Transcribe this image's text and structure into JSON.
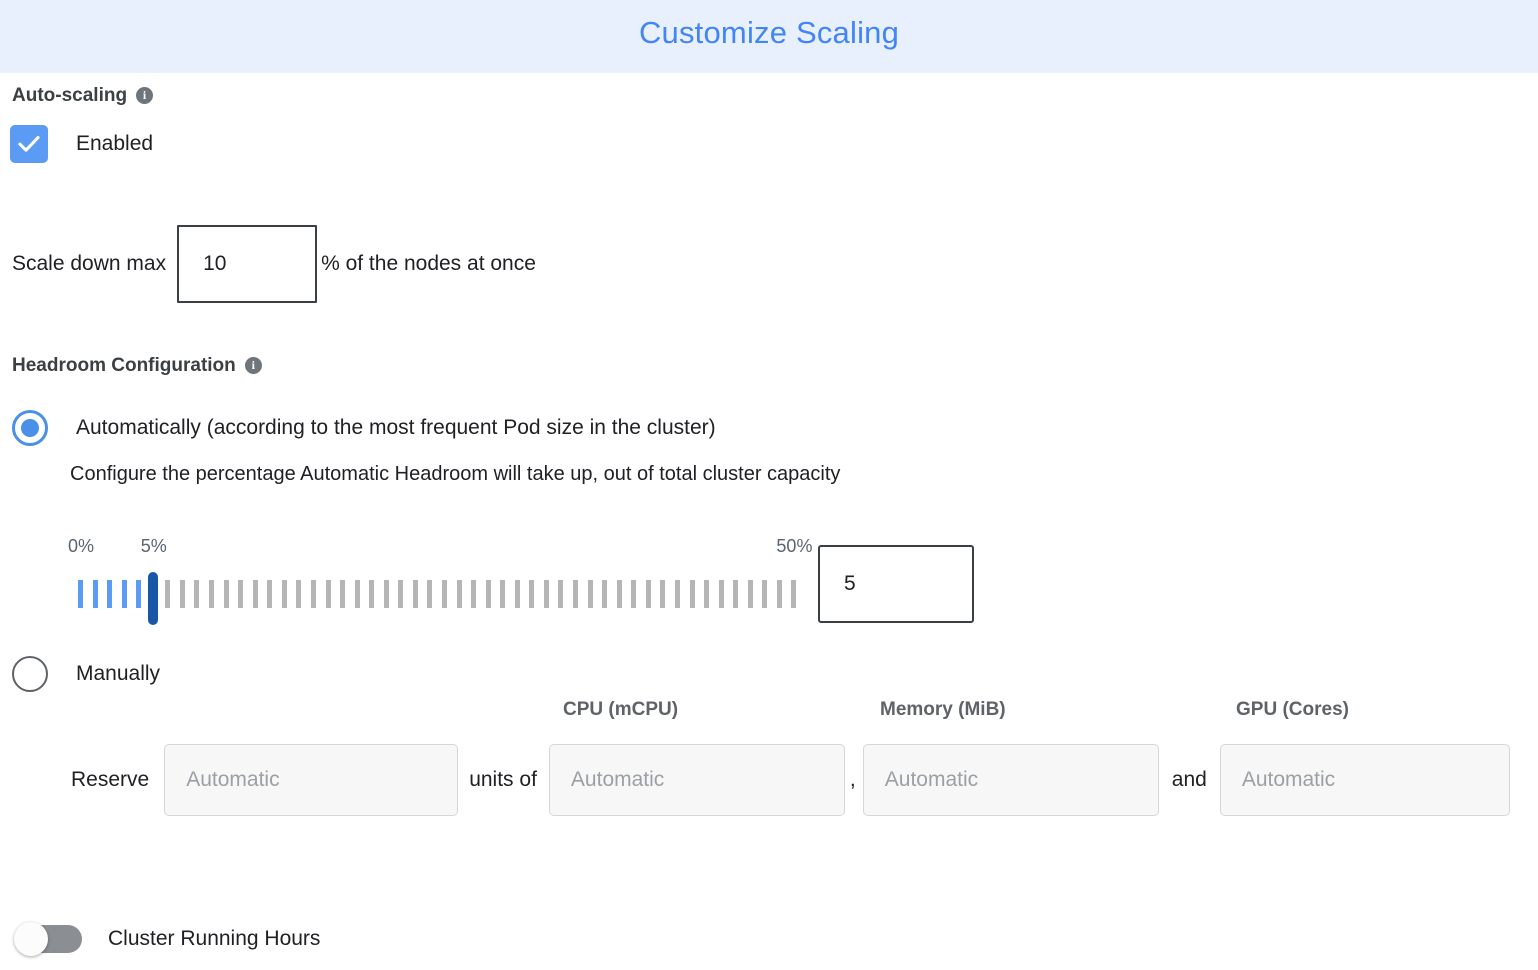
{
  "header": {
    "title": "Customize Scaling",
    "accent_color": "#4285f4",
    "background_color": "#e8f0fe"
  },
  "autoscaling": {
    "label": "Auto-scaling",
    "info_glyph": "i",
    "checkbox_label": "Enabled",
    "checkbox_checked": true,
    "checkbox_color": "#5b9bf3"
  },
  "scale_down": {
    "prefix_label": "Scale down max",
    "value": "10",
    "suffix_label": "% of the nodes at once"
  },
  "headroom": {
    "label": "Headroom Configuration",
    "info_glyph": "i",
    "option_auto": "Automatically (according to the most frequent Pod size in the cluster)",
    "auto_selected": true,
    "help_text": "Configure the percentage Automatic Headroom will take up, out of total cluster capacity",
    "option_manual": "Manually",
    "manual_selected": false
  },
  "slider": {
    "min_label": "0%",
    "current_label": "5%",
    "max_label": "50%",
    "min": 0,
    "max": 50,
    "value": 5,
    "value_input": "5",
    "tick_count": 50,
    "filled_color": "#5b9bf3",
    "empty_color": "#b5b5b5",
    "thumb_color": "#1a56a8"
  },
  "reserve": {
    "reserve_label": "Reserve",
    "units_label": "units of",
    "comma_label": ",",
    "and_label": "and",
    "units_placeholder": "Automatic",
    "units_value": "",
    "cpu_header": "CPU (mCPU)",
    "cpu_placeholder": "Automatic",
    "cpu_value": "",
    "memory_header": "Memory (MiB)",
    "memory_placeholder": "Automatic",
    "memory_value": "",
    "gpu_header": "GPU (Cores)",
    "gpu_placeholder": "Automatic",
    "gpu_value": ""
  },
  "cluster_running_hours": {
    "label": "Cluster Running Hours",
    "enabled": false
  }
}
